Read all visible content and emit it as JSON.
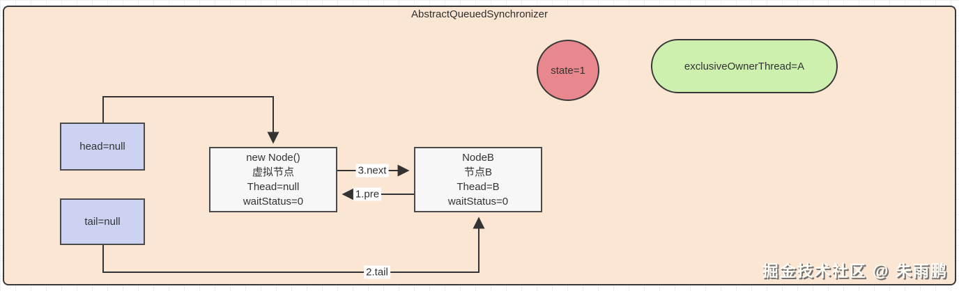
{
  "container": {
    "title": "AbstractQueuedSynchronizer"
  },
  "state_circle": {
    "label": "state=1",
    "fill": "#e8878e"
  },
  "owner_pill": {
    "label": "exclusiveOwnerThread=A",
    "fill": "#cdf0ae"
  },
  "pointer_boxes": [
    {
      "id": "head",
      "label": "head=null",
      "fill": "#ccd2f2"
    },
    {
      "id": "tail",
      "label": "tail=null",
      "fill": "#ccd2f2"
    }
  ],
  "nodes": [
    {
      "id": "new-node",
      "lines": [
        "new Node()",
        "虚拟节点",
        "Thead=null",
        "waitStatus=0"
      ],
      "fill": "#f7f7f7"
    },
    {
      "id": "node-b",
      "lines": [
        "NodeB",
        "节点B",
        "Thead=B",
        "waitStatus=0"
      ],
      "fill": "#f7f7f7"
    }
  ],
  "edges": [
    {
      "id": "next",
      "label": "3.next",
      "from": "new-node",
      "to": "node-b"
    },
    {
      "id": "pre",
      "label": "1.pre",
      "from": "node-b",
      "to": "new-node"
    },
    {
      "id": "tail",
      "label": "2.tail",
      "from": "tail",
      "to": "node-b"
    },
    {
      "id": "head-link",
      "label": "",
      "from": "head",
      "to": "new-node"
    }
  ],
  "watermark": {
    "text": "掘金技术社区 @ 朱雨鹏"
  },
  "colors": {
    "canvas_fill": "#fbe5d3",
    "border": "#383838",
    "state_fill": "#e8878e",
    "owner_fill": "#cdf0ae",
    "pointer_fill": "#ccd2f2",
    "node_fill": "#f7f7f7"
  }
}
